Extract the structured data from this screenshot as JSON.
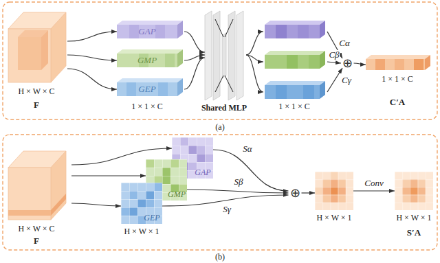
{
  "diagram": {
    "nodes": [
      {
        "text": [
          "H × W × C",
          "F"
        ]
      },
      {
        "text": [
          "GAP"
        ]
      },
      {
        "text": [
          "GMP"
        ]
      },
      {
        "text": [
          "GEP"
        ]
      },
      {
        "text": [
          "Shared MLP"
        ]
      },
      {
        "text": [
          "⊕"
        ]
      },
      {
        "text": [
          "1 × 1 × C",
          "C′A"
        ]
      },
      {
        "text": [
          "H × W × C",
          "F"
        ]
      },
      {
        "text": [
          "GAP"
        ]
      },
      {
        "text": [
          "GMP"
        ]
      },
      {
        "text": [
          "GEP"
        ]
      },
      {
        "text": [
          "⊕"
        ]
      },
      {
        "text": [
          "H × W × 1"
        ]
      },
      {
        "text": [
          "H × W × 1",
          "S′A"
        ]
      }
    ],
    "edges": [
      {
        "from": 0,
        "to": 1,
        "arrow": "to"
      },
      {
        "from": 0,
        "to": 2,
        "arrow": "to"
      },
      {
        "from": 0,
        "to": 3,
        "arrow": "to"
      },
      {
        "from": 1,
        "to": 4,
        "arrow": "to"
      },
      {
        "from": 2,
        "to": 4,
        "arrow": "to"
      },
      {
        "from": 3,
        "to": 4,
        "arrow": "to"
      },
      {
        "from": 5,
        "to": 6,
        "arrow": "to"
      },
      {
        "from": 7,
        "to": 8,
        "arrow": "to"
      },
      {
        "from": 7,
        "to": 9,
        "arrow": "to"
      },
      {
        "from": 7,
        "to": 10,
        "arrow": "to"
      },
      {
        "from": 8,
        "to": 11,
        "label": "Sα",
        "arrow": "to"
      },
      {
        "from": 9,
        "to": 11,
        "label": "Sβ",
        "arrow": "to"
      },
      {
        "from": 10,
        "to": 11,
        "label": "Sγ",
        "arrow": "to"
      },
      {
        "from": 11,
        "to": 12,
        "arrow": "to"
      },
      {
        "from": 12,
        "to": 13,
        "label": "Conv",
        "arrow": "to"
      }
    ],
    "labels": [
      "1 × 1 × C",
      "1 × 1 × C",
      "Cα",
      "Cβ",
      "Cγ",
      "(a)",
      "H × W × 1",
      "(b)"
    ]
  }
}
